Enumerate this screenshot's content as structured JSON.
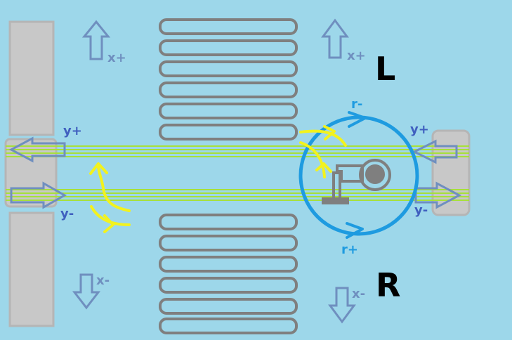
{
  "labels": {
    "x_plus": "x+",
    "x_minus": "x-",
    "y_plus": "y+",
    "y_minus": "y-",
    "r_minus": "r-",
    "r_plus": "r+",
    "left": "L",
    "right": "R"
  },
  "colors": {
    "background": "#9dd7ea",
    "rail": "#a7e03a",
    "gray_outline": "#7f7f7f",
    "panel_fill": "#c8c8c8",
    "arrow": "#6f8fbf",
    "axis_text": "#3f5fbf",
    "rotation": "#1e9be0",
    "flow": "#f2f21e",
    "big_text": "#000000"
  }
}
